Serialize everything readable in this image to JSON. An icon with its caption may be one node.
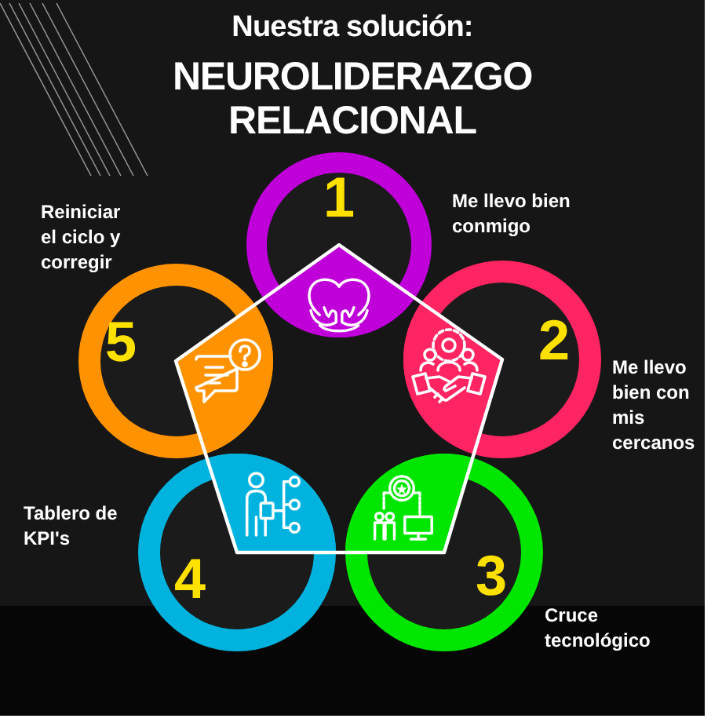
{
  "diagram": {
    "title": "NEUROLIDERAZGO RELACIONAL",
    "nodes": [
      {
        "text": [
          "1"
        ],
        "beside": [
          "Me llevo bien conmigo"
        ]
      },
      {
        "text": [
          "2"
        ],
        "beside": [
          "Me llevo bien con mis cercanos"
        ]
      },
      {
        "text": [
          "3"
        ],
        "beside": [
          "Cruce tecnológico"
        ]
      },
      {
        "text": [
          "4"
        ],
        "beside": [
          "Tablero de KPI's"
        ]
      },
      {
        "text": [
          "5"
        ],
        "beside": [
          "Reiniciar el ciclo y corregir"
        ]
      }
    ],
    "labels": [
      "Nuestra solución:"
    ]
  }
}
